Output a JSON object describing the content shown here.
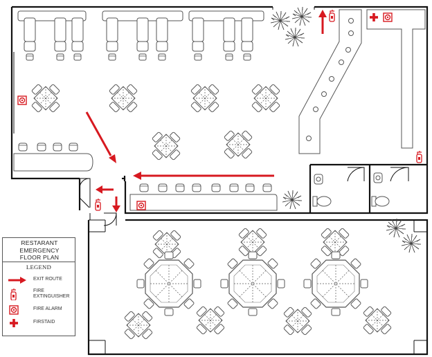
{
  "title_lines": [
    "RESTARANT",
    "EMERGENCY",
    "FLOOR PLAN"
  ],
  "legend": {
    "heading": "LEGEND",
    "items": [
      {
        "key": "exit_route",
        "label": "EXIT ROUTE"
      },
      {
        "key": "fire_extinguisher",
        "label": "FIRE EXTINGUISHER"
      },
      {
        "key": "fire_alarm",
        "label": "FIRE ALARM"
      },
      {
        "key": "first_aid",
        "label": "FIRSTAID"
      }
    ]
  },
  "colors": {
    "wall": "#111111",
    "furniture": "#555555",
    "safety_red": "#d71920",
    "background": "#ffffff"
  },
  "icons": [
    "exit-route-arrow",
    "fire-extinguisher-icon",
    "fire-alarm-icon",
    "first-aid-cross-icon",
    "plant-icon",
    "toilet-icon",
    "sink-icon",
    "chair-icon",
    "table-icon"
  ]
}
